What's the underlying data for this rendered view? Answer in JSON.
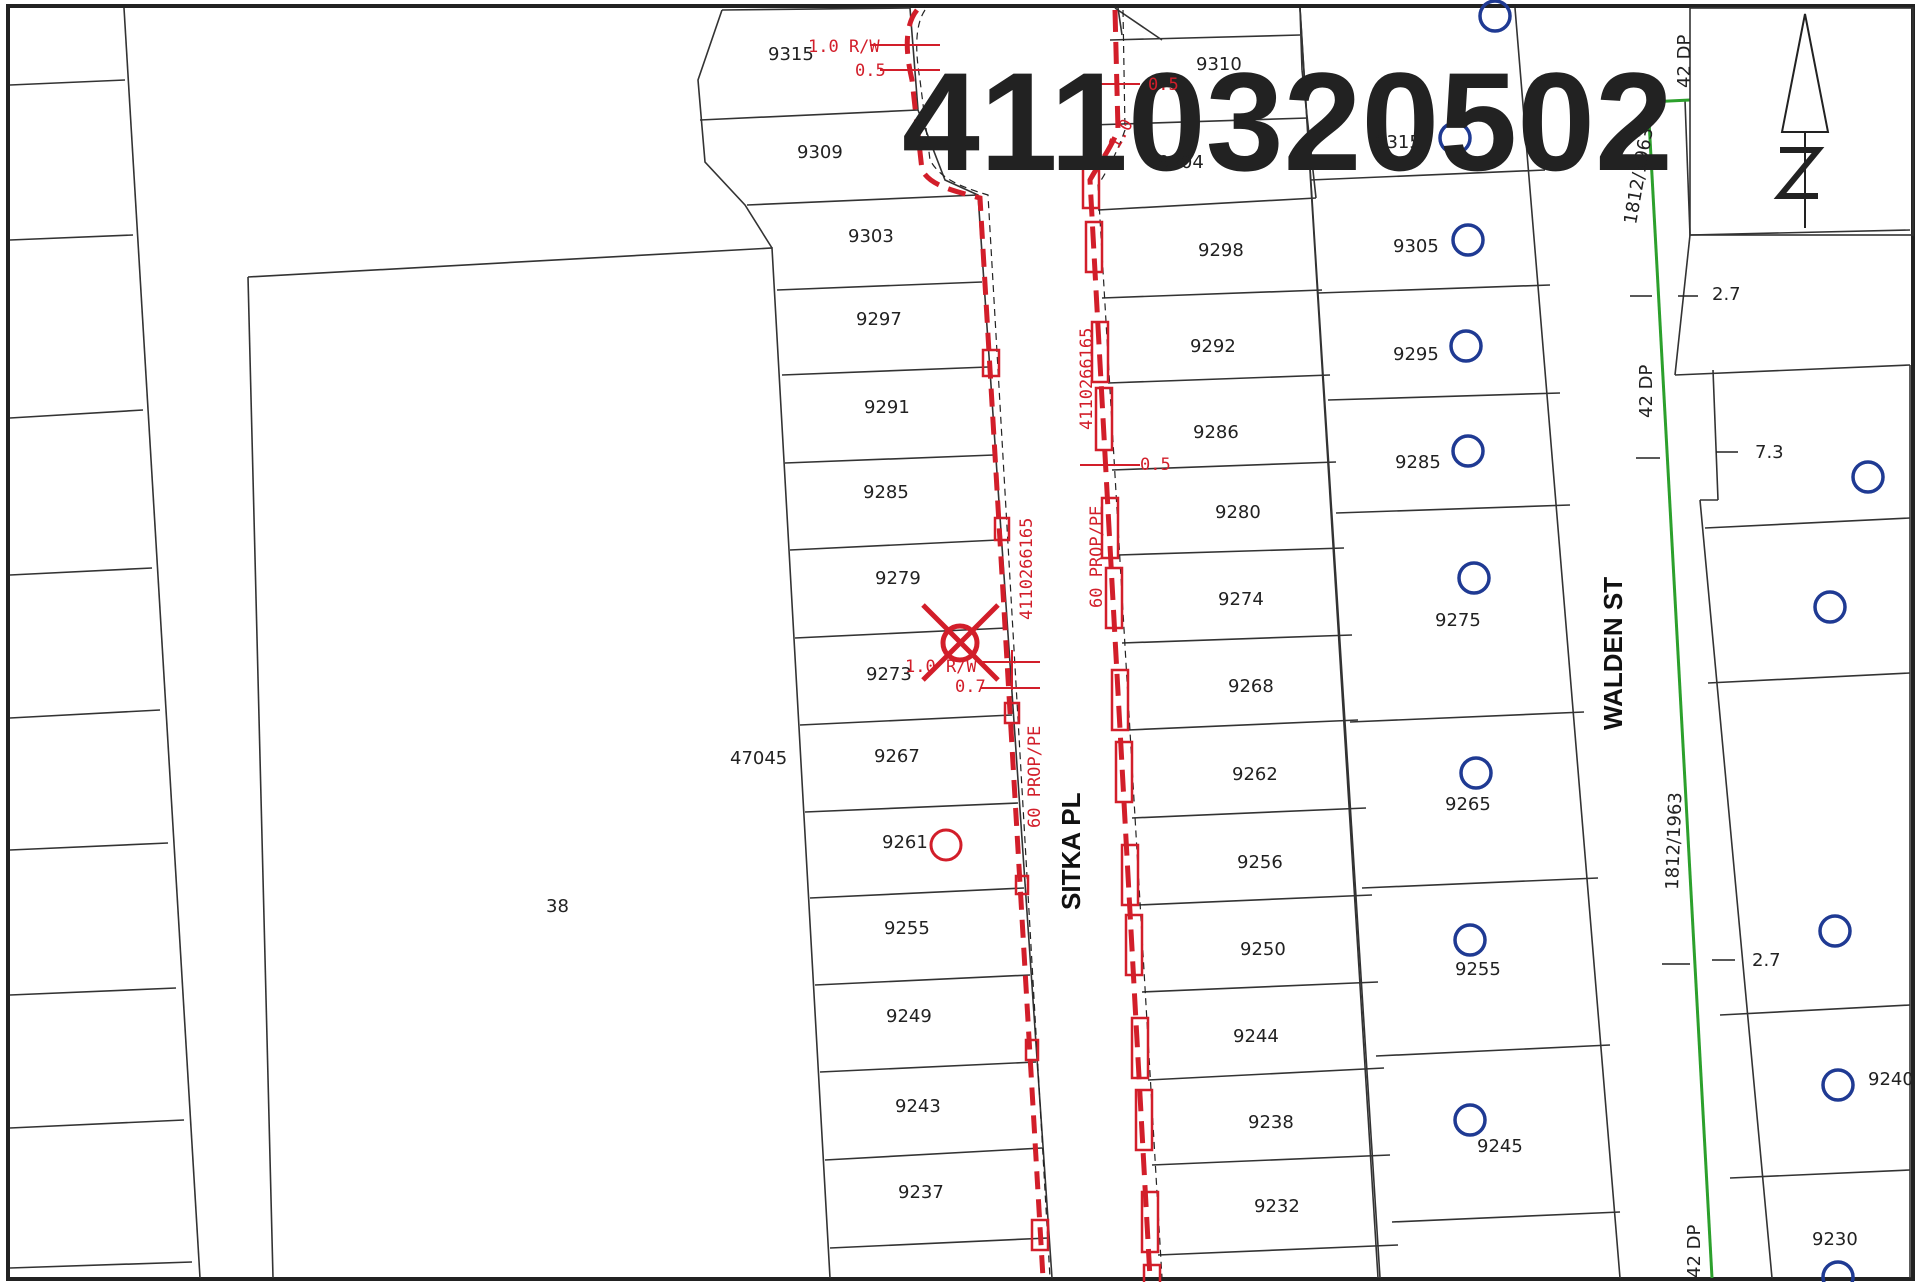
{
  "map_id": "4110320502",
  "streets": {
    "sitka": "SITKA PL",
    "walden": "WALDEN ST"
  },
  "parcels": {
    "large_parcel": "47045",
    "far_left": "38",
    "west_of_sitka": [
      "9315",
      "9309",
      "9303",
      "9297",
      "9291",
      "9285",
      "9279",
      "9273",
      "9267",
      "9261",
      "9255",
      "9249",
      "9243",
      "9237"
    ],
    "east_of_sitka": [
      "9310",
      "9304",
      "9298",
      "9292",
      "9286",
      "9280",
      "9274",
      "9268",
      "9262",
      "9256",
      "9250",
      "9244",
      "9238",
      "9232"
    ],
    "west_of_walden": [
      "9315",
      "9305",
      "9295",
      "9285",
      "9275",
      "9265",
      "9255",
      "9245"
    ],
    "east_of_walden": [
      "9240",
      "9230"
    ]
  },
  "annotations": {
    "rw_label_top": "1.0 R/W",
    "offset_05_top": "0.5",
    "offset_05_east": "0.5",
    "offset_05_mid": "0.5",
    "offset_10_diag": "1.0",
    "rw_label_mid": "1.0 R/W",
    "offset_07": "0.7",
    "main_id_west": "4110266165",
    "main_id_east": "4110266165",
    "pipe_west": "60 PROP/PE",
    "pipe_east": "60 PROP/PE",
    "row_1812_top": "1812/1963",
    "row_1812_bottom": "1812/1963",
    "dp_top": "42 DP",
    "dp_mid": "42 DP",
    "dp_bottom": "42 DP",
    "dim_27_top": "2.7",
    "dim_73": "7.3",
    "dim_27_bottom": "2.7"
  },
  "colors": {
    "red": "#d21e2a",
    "blue": "#1f3a93",
    "green": "#2ca02c",
    "line": "#333333"
  },
  "icons": {
    "north_arrow": "north-arrow-icon",
    "removal": "removal-cross-icon"
  }
}
